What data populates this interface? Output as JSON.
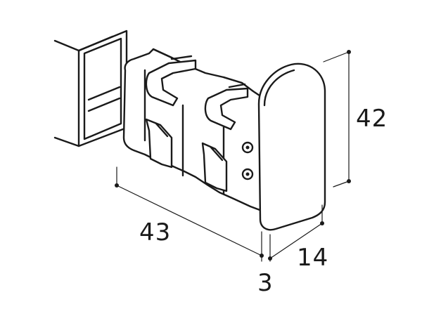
{
  "dimensions": {
    "height": "42",
    "length": "43",
    "depth": "14",
    "offset": "3"
  }
}
